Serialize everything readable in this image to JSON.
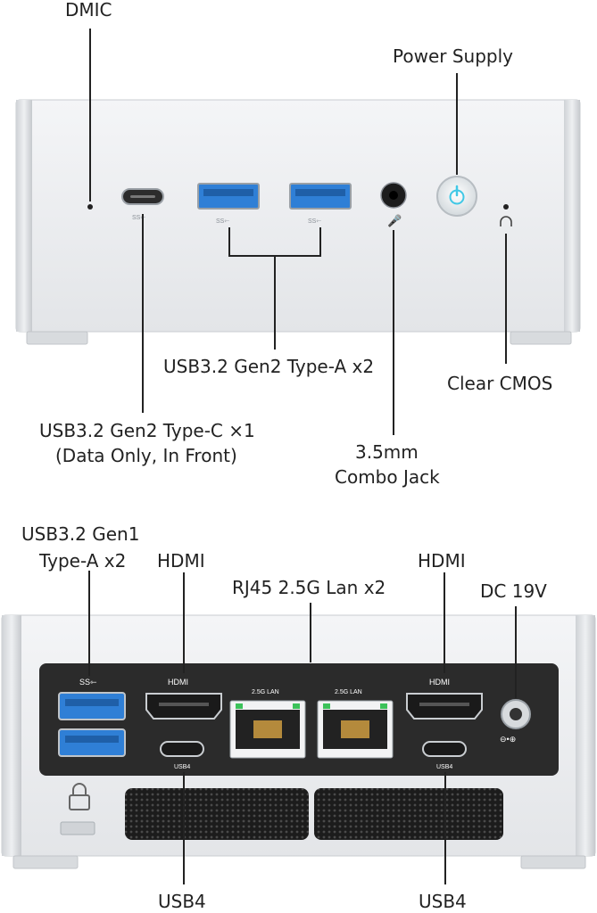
{
  "front": {
    "callouts": {
      "dmic": "DMIC",
      "power": "Power Supply",
      "usb_a": "USB3.2 Gen2 Type-A x2",
      "clear_cmos": "Clear CMOS",
      "usb_c_line1": "USB3.2 Gen2 Type-C ×1",
      "usb_c_line2": "(Data Only, In Front)",
      "jack_line1": "3.5mm",
      "jack_line2": "Combo Jack"
    },
    "port_marks": {
      "ss": "SS⇽"
    }
  },
  "rear": {
    "callouts": {
      "usb_gen1_line1": "USB3.2 Gen1",
      "usb_gen1_line2": "Type-A x2",
      "hdmi_left": "HDMI",
      "rj45": "RJ45 2.5G Lan x2",
      "hdmi_right": "HDMI",
      "dc": "DC 19V",
      "usb4_left": "USB4",
      "usb4_right": "USB4"
    },
    "panel_labels": {
      "hdmi": "HDMI",
      "lan": "2.5G LAN",
      "usb4": "USB4",
      "ss": "SS⇽"
    }
  },
  "colors": {
    "chassis": "#e8eaed",
    "panel": "#2b2b2b",
    "usb_blue": "#2f7fd6",
    "power_glow": "#41c8e6",
    "lan_green": "#3cc25a"
  }
}
